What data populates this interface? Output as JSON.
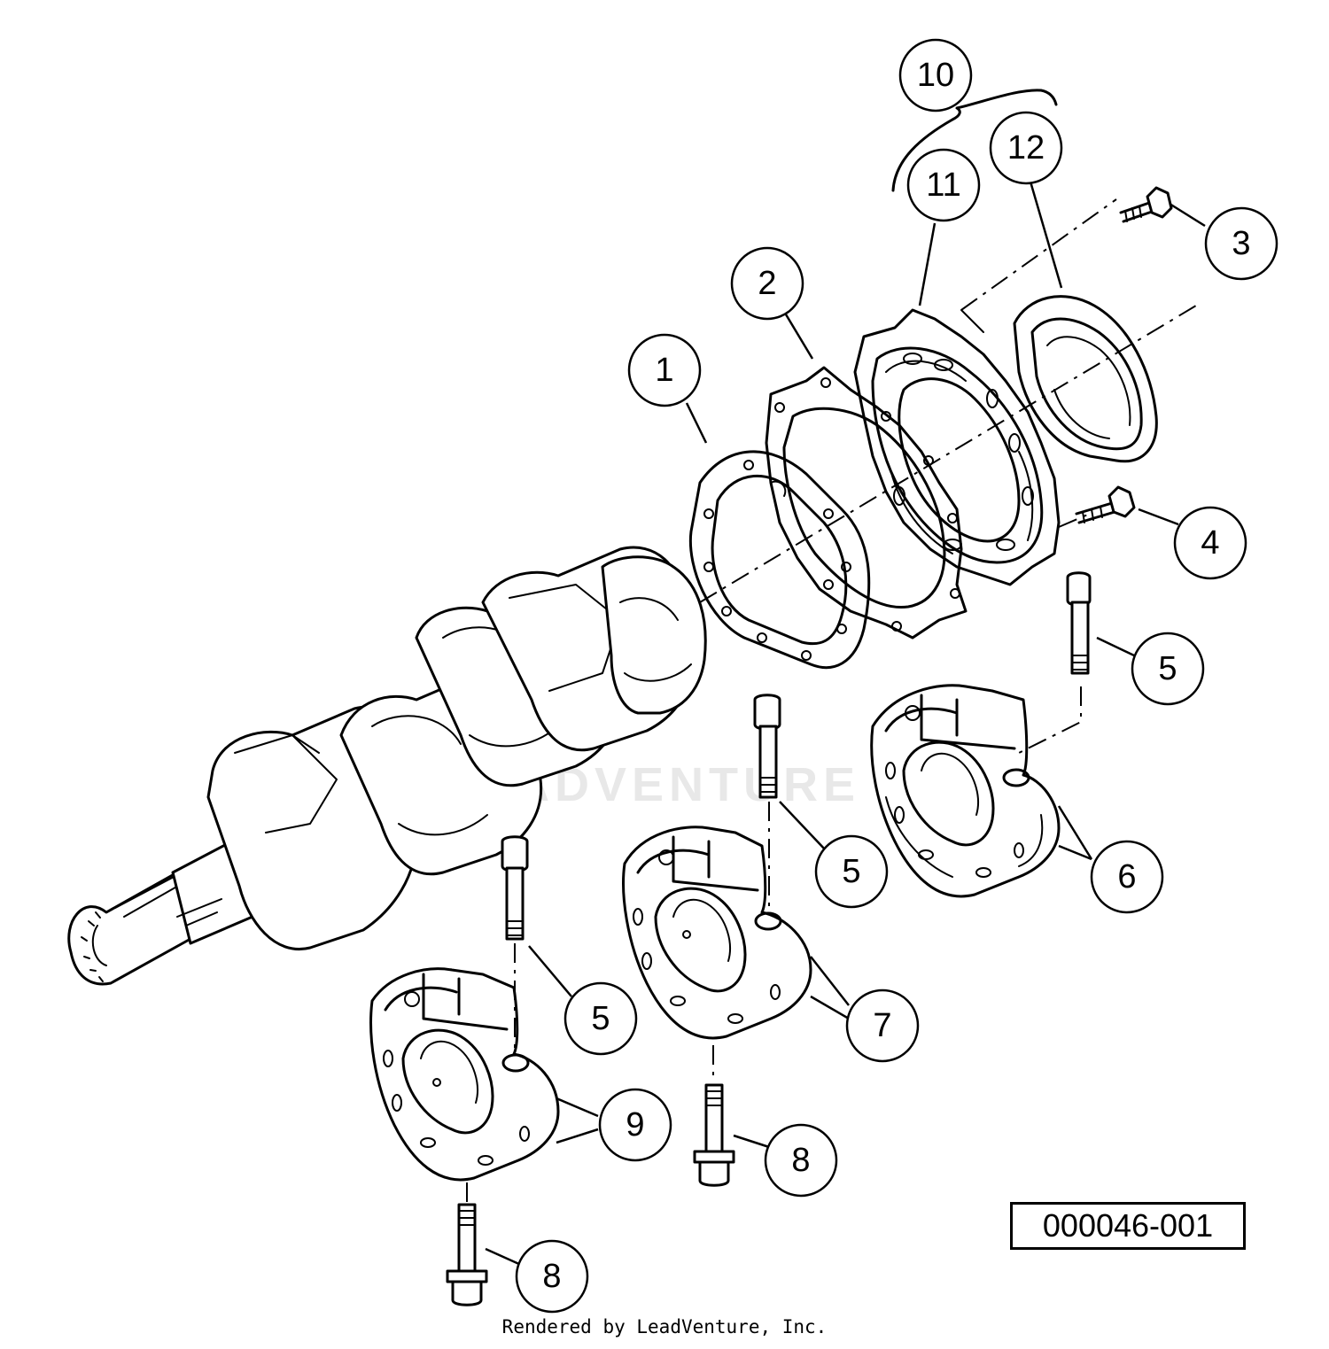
{
  "diagram": {
    "callouts": [
      {
        "id": "c1",
        "label": "1"
      },
      {
        "id": "c2",
        "label": "2"
      },
      {
        "id": "c3",
        "label": "3"
      },
      {
        "id": "c4",
        "label": "4"
      },
      {
        "id": "c5a",
        "label": "5"
      },
      {
        "id": "c5b",
        "label": "5"
      },
      {
        "id": "c5c",
        "label": "5"
      },
      {
        "id": "c6",
        "label": "6"
      },
      {
        "id": "c7",
        "label": "7"
      },
      {
        "id": "c8a",
        "label": "8"
      },
      {
        "id": "c8b",
        "label": "8"
      },
      {
        "id": "c9",
        "label": "9"
      },
      {
        "id": "c10",
        "label": "10"
      },
      {
        "id": "c11",
        "label": "11"
      },
      {
        "id": "c12",
        "label": "12"
      }
    ],
    "figure_code": "000046-001",
    "watermark": "LEADVENTURE",
    "footer": "Rendered by LeadVenture, Inc."
  }
}
